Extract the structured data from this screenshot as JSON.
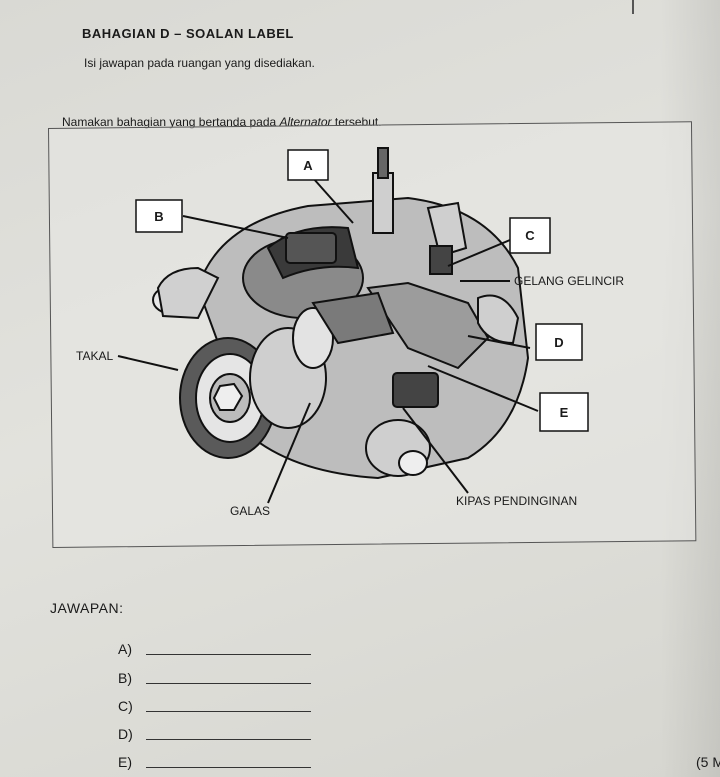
{
  "section": {
    "heading": "BAHAGIAN D – SOALAN LABEL",
    "instruction": "Isi jawapan pada ruangan yang disediakan."
  },
  "question": {
    "text_before": "Namakan bahagian yang bertanda pada ",
    "text_italic": "Alternator",
    "text_after": " tersebut."
  },
  "diagram": {
    "boxes": [
      "A",
      "B",
      "C",
      "D",
      "E"
    ],
    "labels": {
      "gelang_gelincir": "GELANG GELINCIR",
      "takal": "TAKAL",
      "galas": "GALAS",
      "kipas": "KIPAS PENDINGINAN"
    }
  },
  "answers": {
    "title": "JAWAPAN:",
    "rows": [
      {
        "label": "A)"
      },
      {
        "label": "B)"
      },
      {
        "label": "C)"
      },
      {
        "label": "D)"
      },
      {
        "label": "E)"
      }
    ],
    "marks": "(5 M"
  }
}
